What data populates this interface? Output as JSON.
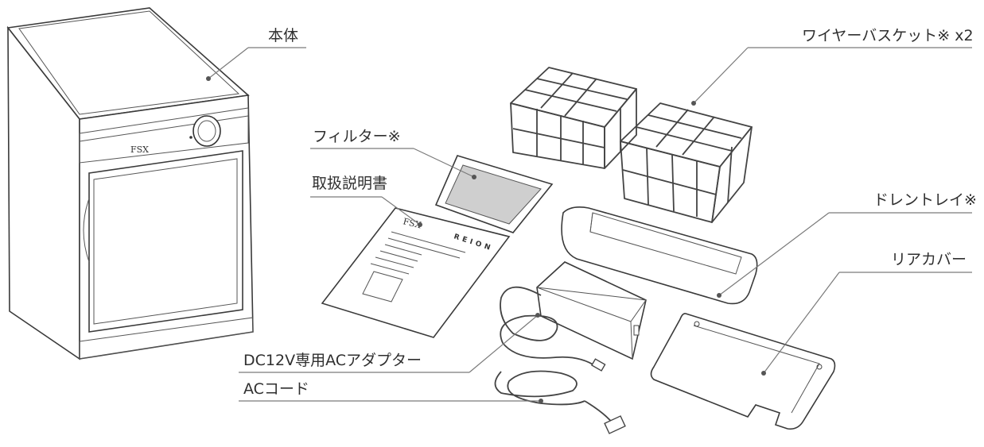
{
  "labels": {
    "main_unit": "本体",
    "wire_basket": "ワイヤーバスケット※ x2",
    "filter": "フィルター※",
    "manual": "取扱説明書",
    "drain_tray": "ドレントレイ※",
    "rear_cover": "リアカバー",
    "ac_adapter": "DC12V専用ACアダプター",
    "ac_cord": "ACコード"
  },
  "product_marks": {
    "unit_logo": "FSX",
    "manual_brand": "REION",
    "manual_logo": "FSX"
  },
  "colors": {
    "line": "#7a7a7a",
    "outline": "#3a3a3a",
    "text": "#2f2f2f"
  }
}
